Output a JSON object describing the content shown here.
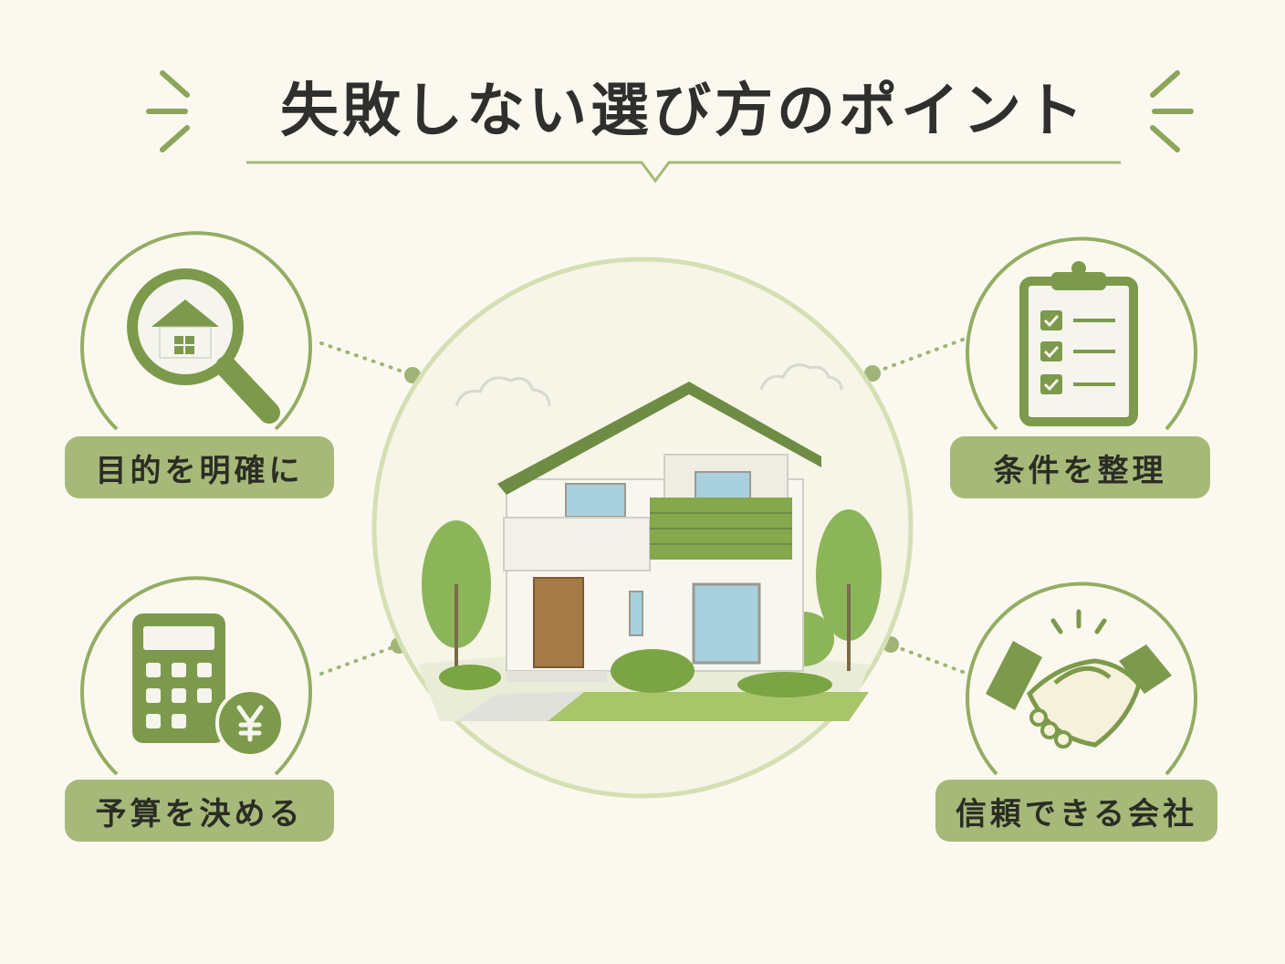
{
  "title": "失敗しない選び方のポイント",
  "colors": {
    "background": "#fbf9ef",
    "accent": "#a6b979",
    "accent_dark": "#6e8c44",
    "text": "#2f2f2d"
  },
  "center_image": "house-illustration",
  "points": [
    {
      "label": "目的を明確に",
      "icon": "house-search-icon"
    },
    {
      "label": "条件を整理",
      "icon": "clipboard-checklist-icon"
    },
    {
      "label": "予算を決める",
      "icon": "calculator-yen-icon"
    },
    {
      "label": "信頼できる会社",
      "icon": "handshake-icon"
    }
  ]
}
